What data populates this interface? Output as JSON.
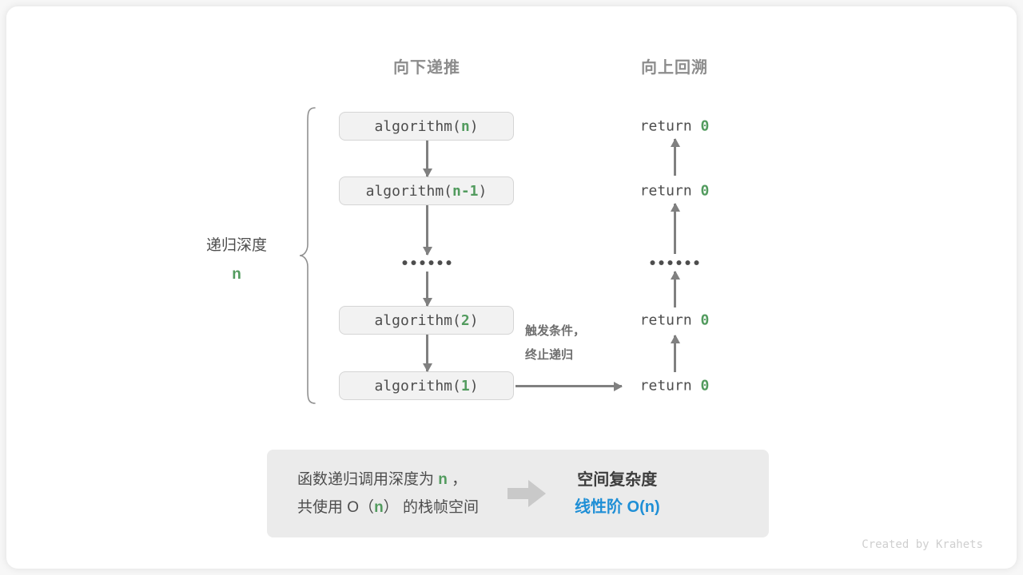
{
  "headers": {
    "down": "向下递推",
    "up": "向上回溯"
  },
  "depth": {
    "label": "递归深度",
    "value": "n"
  },
  "call_stack": [
    {
      "fn": "algorithm(",
      "arg": "n",
      "close": ")"
    },
    {
      "fn": "algorithm(",
      "arg": "n-1",
      "close": ")"
    },
    {
      "fn": "algorithm(",
      "arg": "2",
      "close": ")"
    },
    {
      "fn": "algorithm(",
      "arg": "1",
      "close": ")"
    }
  ],
  "returns": [
    {
      "text": "return ",
      "value": "0"
    },
    {
      "text": "return ",
      "value": "0"
    },
    {
      "text": "return ",
      "value": "0"
    },
    {
      "text": "return ",
      "value": "0"
    }
  ],
  "terminate_note": {
    "line1": "触发条件，",
    "line2": "终止递归"
  },
  "summary": {
    "left_line1_a": "函数递归调用深度为 ",
    "left_line1_g": "n",
    "left_line1_b": " ，",
    "left_line2_a": "共使用 O（",
    "left_line2_g": "n",
    "left_line2_b": "） 的栈帧空间",
    "right_title": "空间复杂度",
    "right_value": "线性阶 O(n)"
  },
  "credit": "Created by Krahets",
  "colors": {
    "accent_green": "#529b5e",
    "accent_blue": "#1f8fd6",
    "line_gray": "#808080",
    "panel_gray": "#ebebeb",
    "box_fill": "#f2f2f2"
  }
}
